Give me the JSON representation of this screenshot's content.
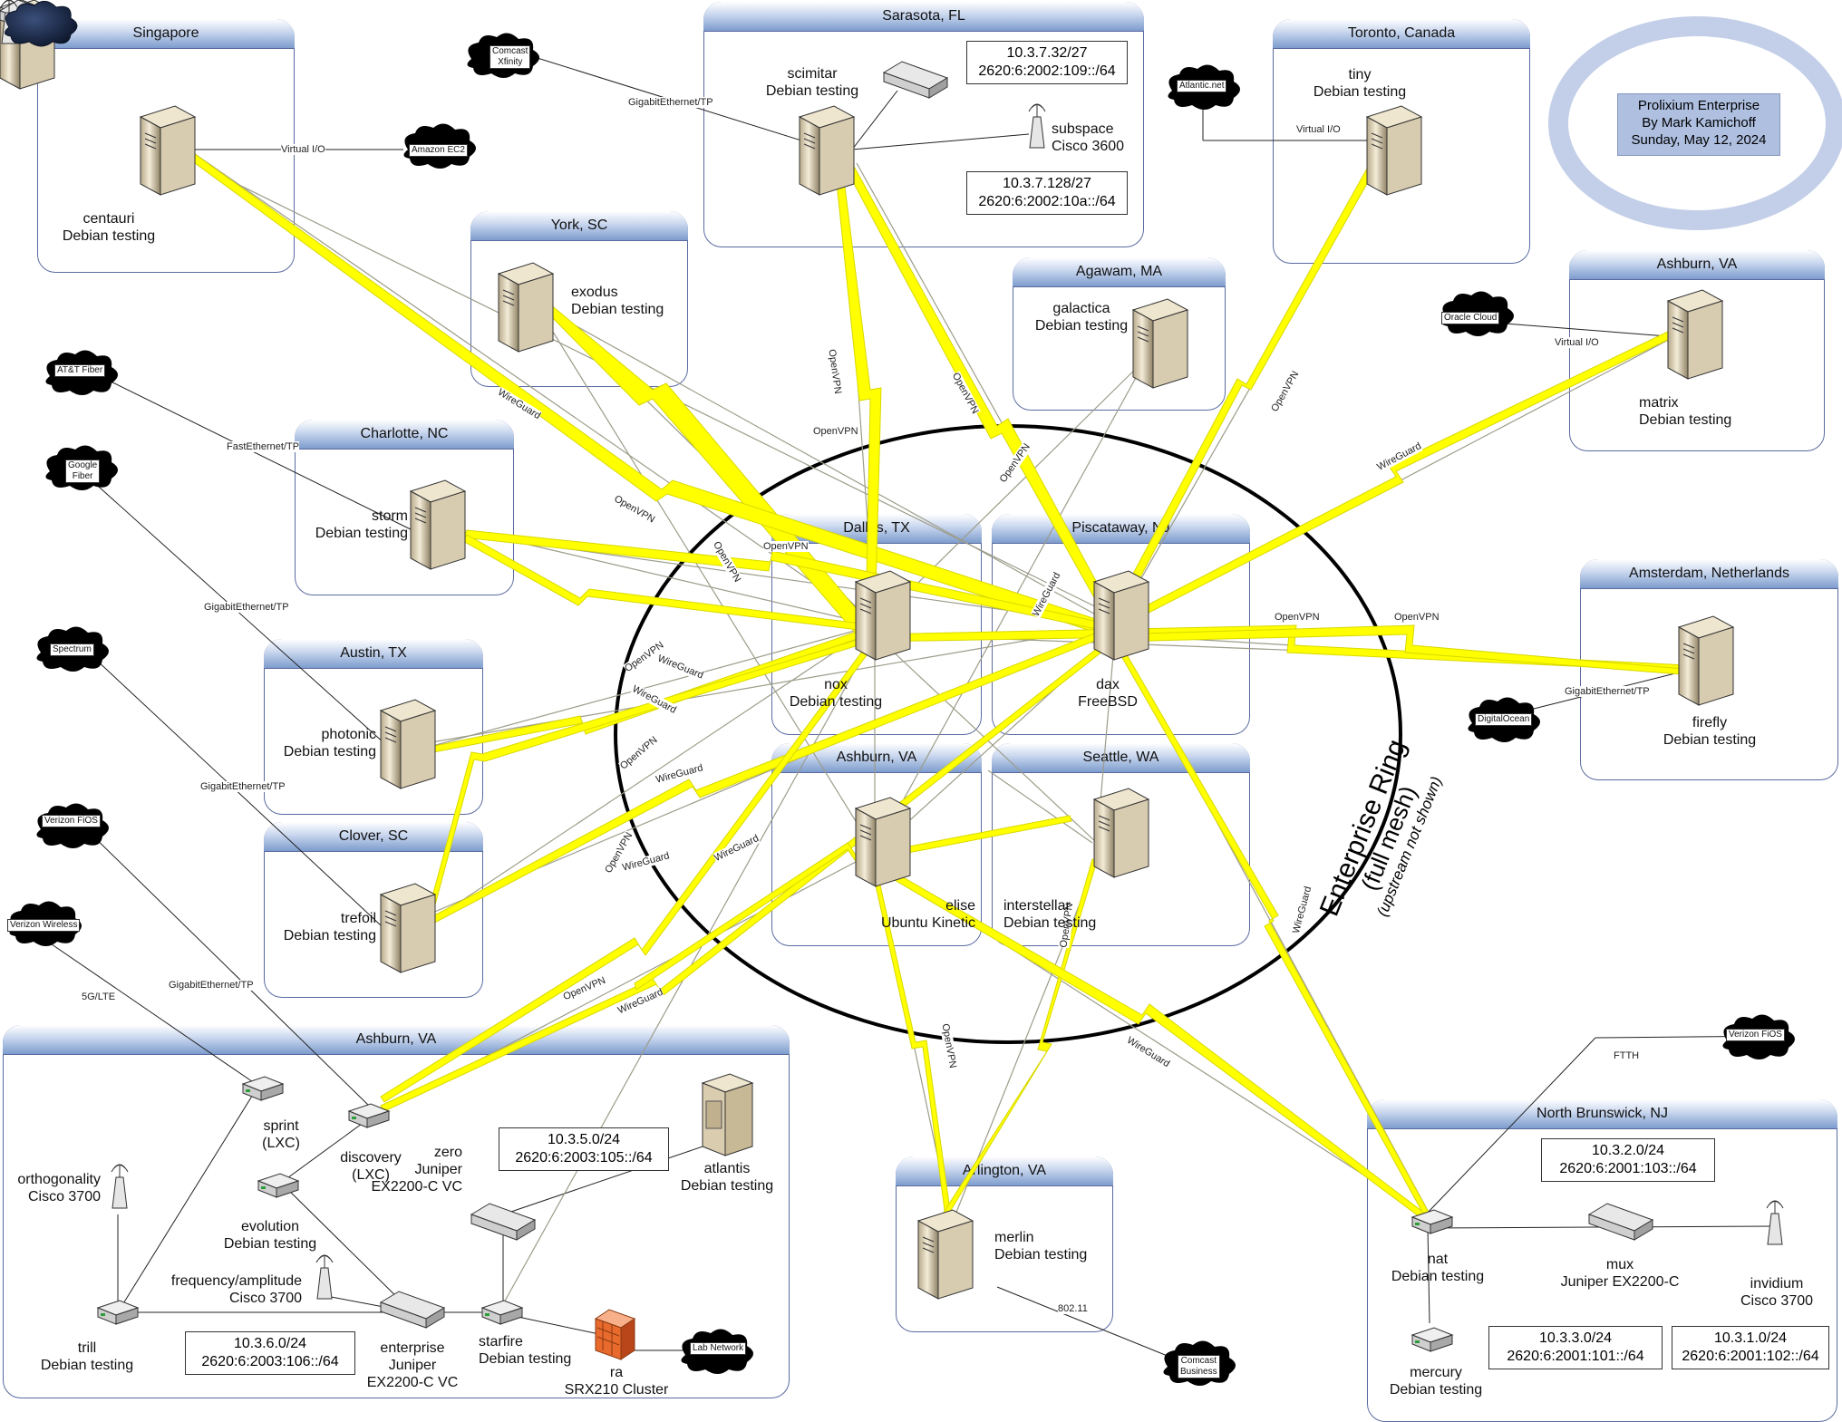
{
  "title": {
    "line1": "Prolixium Enterprise",
    "line2": "By Mark Kamichoff",
    "line3": "Sunday, May 12, 2024"
  },
  "ring": {
    "line1": "Enterprise Ring",
    "line2": "(full mesh)",
    "line3": "(upstream not shown)"
  },
  "sites": {
    "singapore": "Singapore",
    "sarasota": "Sarasota, FL",
    "toronto": "Toronto, Canada",
    "york": "York, SC",
    "agawam": "Agawam, MA",
    "ashburn_ne": "Ashburn, VA",
    "charlotte": "Charlotte, NC",
    "dallas": "Dallas, TX",
    "piscataway": "Piscataway, NJ",
    "amsterdam": "Amsterdam, Netherlands",
    "austin": "Austin, TX",
    "ashburn_c": "Ashburn, VA",
    "seattle": "Seattle, WA",
    "clover": "Clover, SC",
    "ashburn_sw": "Ashburn, VA",
    "arlington": "Arlington, VA",
    "north_brunswick": "North Brunswick, NJ"
  },
  "nodes": {
    "centauri": {
      "name": "centauri",
      "os": "Debian testing"
    },
    "scimitar": {
      "name": "scimitar",
      "os": "Debian testing"
    },
    "subspace": {
      "name": "subspace",
      "os": "Cisco 3600"
    },
    "tiny": {
      "name": "tiny",
      "os": "Debian testing"
    },
    "exodus": {
      "name": "exodus",
      "os": "Debian testing"
    },
    "galactica": {
      "name": "galactica",
      "os": "Debian testing"
    },
    "matrix": {
      "name": "matrix",
      "os": "Debian testing"
    },
    "storm": {
      "name": "storm",
      "os": "Debian testing"
    },
    "nox": {
      "name": "nox",
      "os": "Debian testing"
    },
    "dax": {
      "name": "dax",
      "os": "FreeBSD"
    },
    "firefly": {
      "name": "firefly",
      "os": "Debian testing"
    },
    "photonic": {
      "name": "photonic",
      "os": "Debian testing"
    },
    "elise": {
      "name": "elise",
      "os": "Ubuntu Kinetic"
    },
    "interstellar": {
      "name": "interstellar",
      "os": "Debian testing"
    },
    "trefoil": {
      "name": "trefoil",
      "os": "Debian testing"
    },
    "sprint": {
      "name": "sprint",
      "os": "(LXC)"
    },
    "discovery": {
      "name": "discovery",
      "os": "(LXC)"
    },
    "atlantis": {
      "name": "atlantis",
      "os": "Debian testing"
    },
    "orthogonality": {
      "name": "orthogonality",
      "os": "Cisco 3700"
    },
    "evolution": {
      "name": "evolution",
      "os": "Debian testing"
    },
    "zero": {
      "name": "zero",
      "os": "Juniper\nEX2200-C VC"
    },
    "frequency": {
      "name": "frequency/amplitude",
      "os": "Cisco 3700"
    },
    "trill": {
      "name": "trill",
      "os": "Debian testing"
    },
    "enterprise": {
      "name": "enterprise",
      "os": "Juniper\nEX2200-C VC"
    },
    "starfire": {
      "name": "starfire",
      "os": "Debian testing"
    },
    "ra": {
      "name": "ra",
      "os": "SRX210 Cluster"
    },
    "merlin": {
      "name": "merlin",
      "os": "Debian testing"
    },
    "nat": {
      "name": "nat",
      "os": "Debian testing"
    },
    "mux": {
      "name": "mux",
      "os": "Juniper EX2200-C"
    },
    "invidium": {
      "name": "invidium",
      "os": "Cisco 3700"
    },
    "mercury": {
      "name": "mercury",
      "os": "Debian testing"
    }
  },
  "subnets": {
    "sarasota_a": "10.3.7.32/27\n2620:6:2002:109::/64",
    "sarasota_b": "10.3.7.128/27\n2620:6:2002:10a::/64",
    "ashburn_a": "10.3.5.0/24\n2620:6:2003:105::/64",
    "ashburn_b": "10.3.6.0/24\n2620:6:2003:106::/64",
    "nb_a": "10.3.2.0/24\n2620:6:2001:103::/64",
    "nb_b": "10.3.3.0/24\n2620:6:2001:101::/64",
    "nb_c": "10.3.1.0/24\n2620:6:2001:102::/64"
  },
  "clouds": {
    "comcast_xfinity": "Comcast\nXfinity",
    "amazon_ec2": "Amazon EC2",
    "atlantic_net": "Atlantic.net",
    "oracle_cloud": "Oracle Cloud",
    "att_fiber": "AT&T Fiber",
    "google_fiber": "Google\nFiber",
    "spectrum": "Spectrum",
    "verizon_fios_w": "Verizon FiOS",
    "verizon_wireless": "Verizon Wireless",
    "digitalocean": "DigitalOcean",
    "verizon_fios_e": "Verizon FiOS",
    "lab_network": "Lab Network",
    "comcast_business": "Comcast\nBusiness"
  },
  "link_labels": {
    "virtual_io": "Virtual I/O",
    "gigabit_tp": "GigabitEthernet/TP",
    "fast_tp": "FastEthernet/TP",
    "lte": "5G/LTE",
    "ftth": "FTTH",
    "wifi": "802.11",
    "openvpn": "OpenVPN",
    "wireguard": "WireGuard"
  },
  "colors": {
    "tunnel": "#ffff00",
    "tunnel_edge": "#c8c800",
    "site_border": "#5a6aa0",
    "site_header": "#7d9ccd",
    "cloud": "#14213d",
    "credit_bg": "#aebfe0"
  }
}
